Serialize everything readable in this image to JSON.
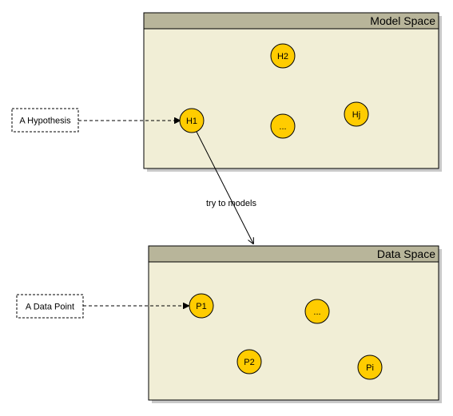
{
  "colors": {
    "panel_body": "#f1eed6",
    "panel_header": "#b8b59a",
    "node_fill": "#ffcc00",
    "stroke": "#000000"
  },
  "panels": {
    "model_space": {
      "title": "Model Space"
    },
    "data_space": {
      "title": "Data Space"
    }
  },
  "nodes": {
    "h1": "H1",
    "h2": "H2",
    "h_ellipsis": "...",
    "hj": "Hj",
    "p1": "P1",
    "p2": "P2",
    "p_ellipsis": "...",
    "pi": "Pi"
  },
  "notes": {
    "hypothesis": "A Hypothesis",
    "data_point": "A Data Point"
  },
  "edges": {
    "models_label": "try to models"
  }
}
